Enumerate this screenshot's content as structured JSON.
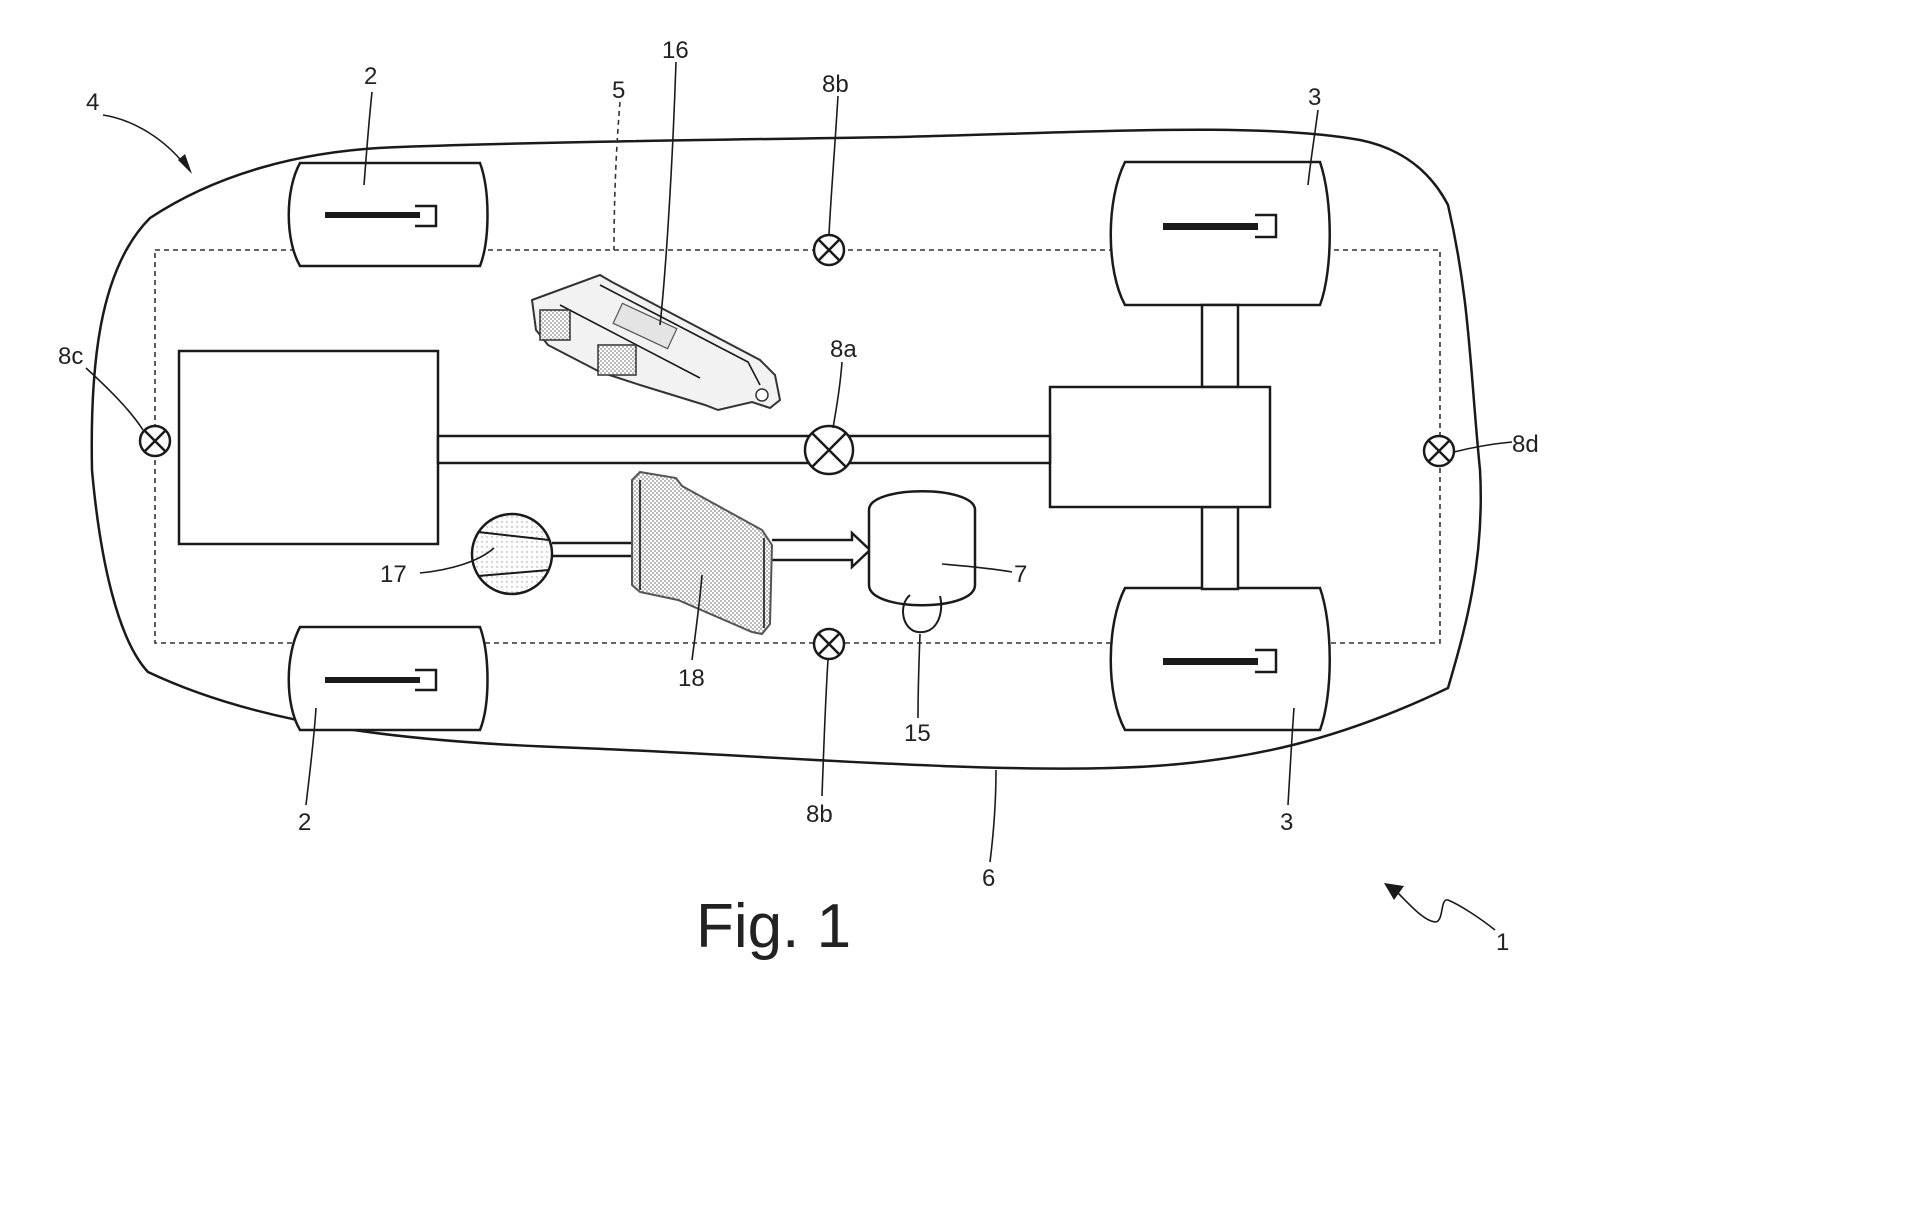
{
  "figure": {
    "caption": "Fig. 1",
    "reference_numerals": {
      "vehicle": "1",
      "front_wheels": "2",
      "rear_wheels": "3",
      "vehicle_body": "4",
      "dashed_boundary": "5",
      "outline": "6",
      "tank": "7",
      "sensor_center": "8a",
      "sensor_side": "8b",
      "sensor_front": "8c",
      "sensor_rear": "8d",
      "outlet": "15",
      "control_unit": "16",
      "pump": "17",
      "radiator": "18"
    }
  },
  "colors": {
    "line": "#1a1a1a",
    "text": "#222222",
    "background": "#ffffff",
    "hatch": "#9a9a9a"
  }
}
